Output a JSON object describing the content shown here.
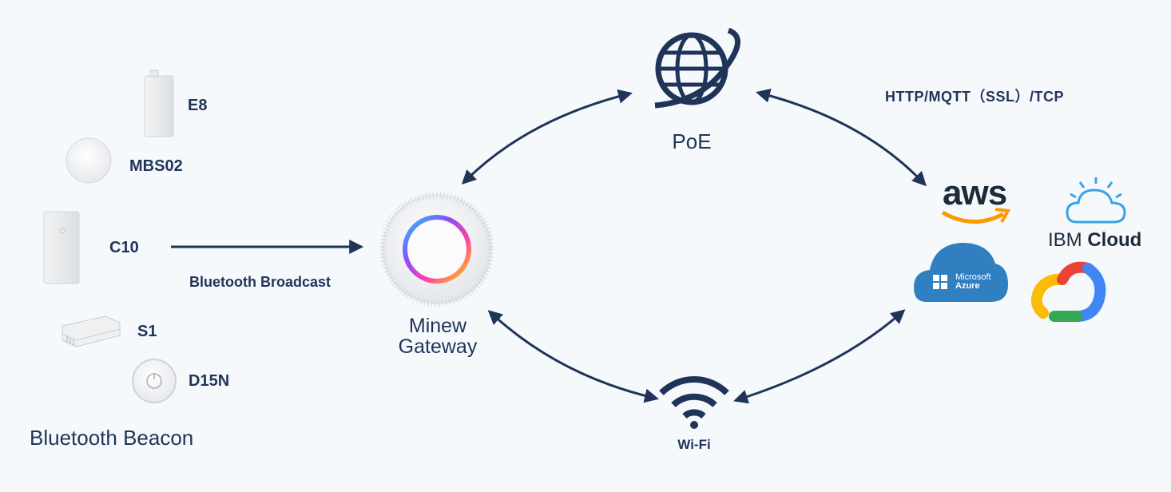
{
  "beacons": {
    "items": [
      {
        "key": "e8",
        "label": "E8"
      },
      {
        "key": "mbs02",
        "label": "MBS02"
      },
      {
        "key": "c10",
        "label": "C10"
      },
      {
        "key": "s1",
        "label": "S1"
      },
      {
        "key": "d15n",
        "label": "D15N"
      }
    ],
    "group_title": "Bluetooth Beacon"
  },
  "broadcast_label": "Bluetooth Broadcast",
  "gateway": {
    "line1": "Minew",
    "line2": "Gateway"
  },
  "poe_label": "PoE",
  "wifi_label": "Wi-Fi",
  "protocol_label": "HTTP/MQTT（SSL）/TCP",
  "clouds": {
    "aws": "aws",
    "ibm_prefix": "IBM",
    "ibm_suffix": "Cloud",
    "azure_line1": "Microsoft",
    "azure_line2": "Azure"
  },
  "colors": {
    "navy": "#1f3458",
    "arrow": "#1f3458",
    "aws_orange": "#ff9900",
    "azure_blue": "#2f7fc1",
    "ibm_blue": "#3aa2e8",
    "google_red": "#ea4335",
    "google_yellow": "#fbbc05",
    "google_green": "#34a853",
    "google_blue": "#4285f4"
  },
  "icons": {
    "globe": "globe-icon",
    "wifi": "wifi-icon",
    "gateway": "gateway-device-icon"
  }
}
